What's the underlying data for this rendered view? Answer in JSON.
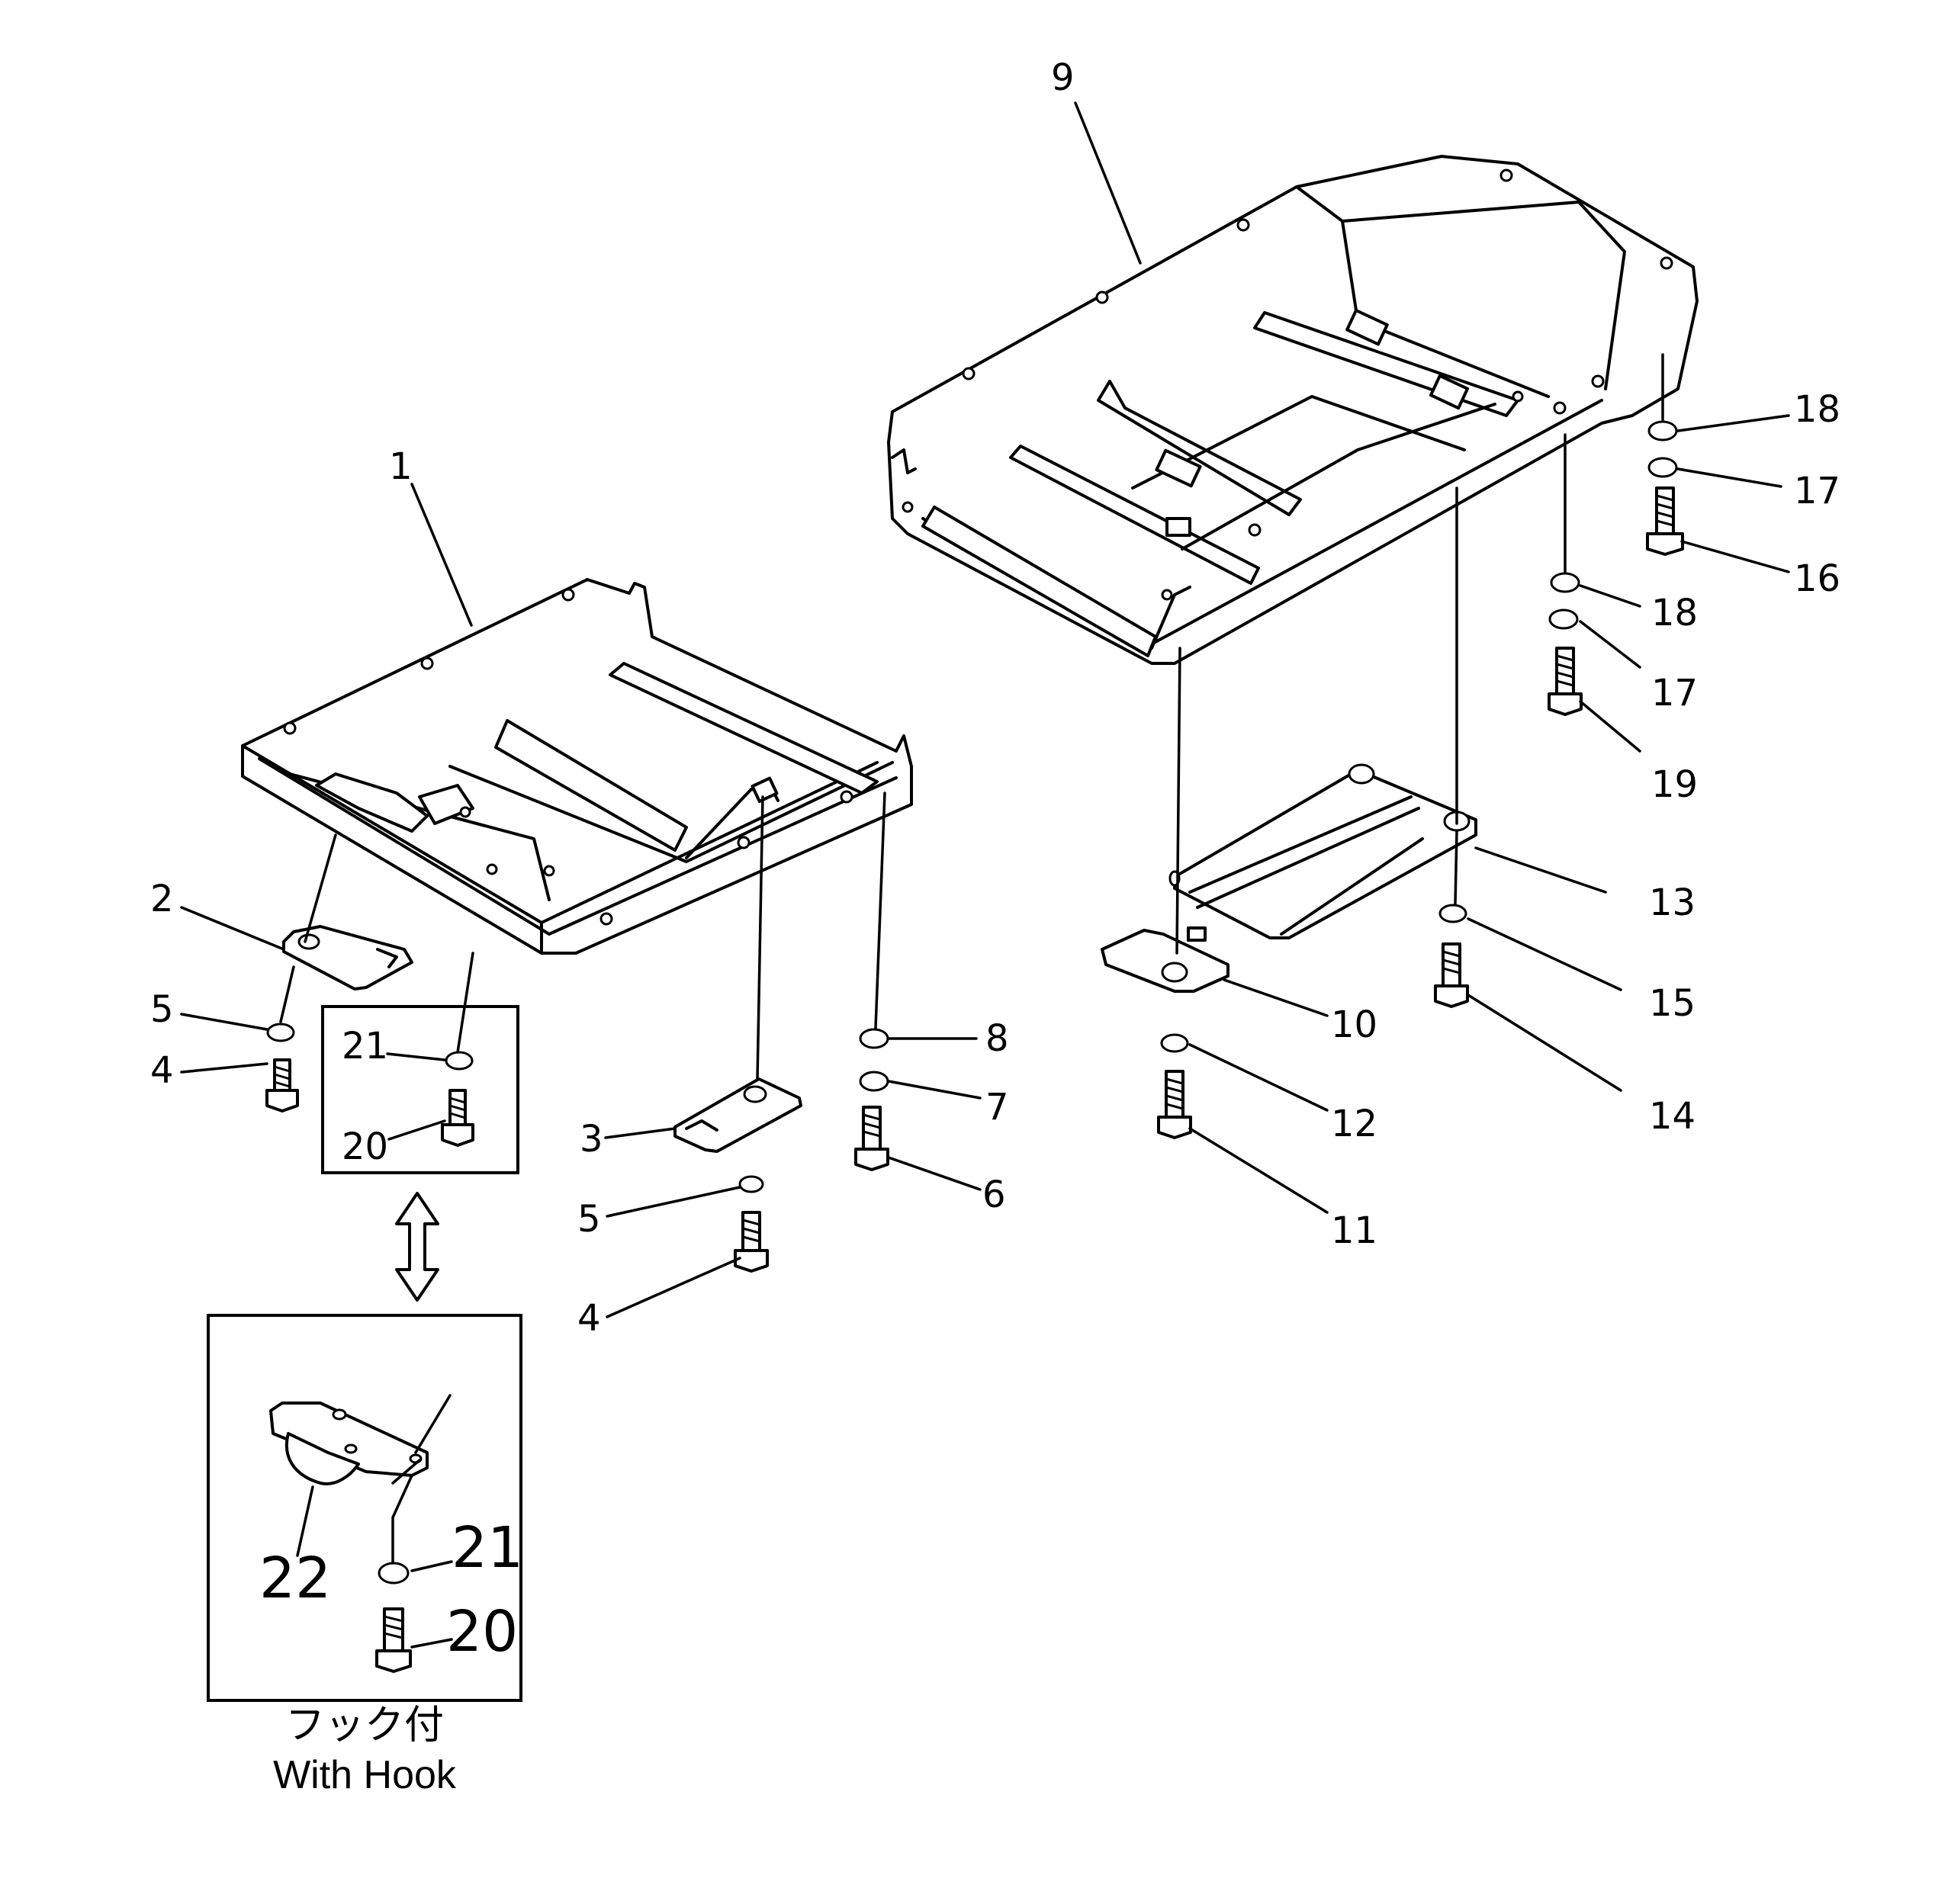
{
  "callouts": [
    {
      "id": "c1",
      "text": "1"
    },
    {
      "id": "c2",
      "text": "2"
    },
    {
      "id": "c3",
      "text": "3"
    },
    {
      "id": "c4a",
      "text": "4"
    },
    {
      "id": "c4b",
      "text": "4"
    },
    {
      "id": "c5a",
      "text": "5"
    },
    {
      "id": "c5b",
      "text": "5"
    },
    {
      "id": "c6",
      "text": "6"
    },
    {
      "id": "c7",
      "text": "7"
    },
    {
      "id": "c8",
      "text": "8"
    },
    {
      "id": "c9",
      "text": "9"
    },
    {
      "id": "c10",
      "text": "10"
    },
    {
      "id": "c11",
      "text": "11"
    },
    {
      "id": "c12",
      "text": "12"
    },
    {
      "id": "c13",
      "text": "13"
    },
    {
      "id": "c14",
      "text": "14"
    },
    {
      "id": "c15",
      "text": "15"
    },
    {
      "id": "c16",
      "text": "16"
    },
    {
      "id": "c17a",
      "text": "17"
    },
    {
      "id": "c17b",
      "text": "17"
    },
    {
      "id": "c18a",
      "text": "18"
    },
    {
      "id": "c18b",
      "text": "18"
    },
    {
      "id": "c19",
      "text": "19"
    },
    {
      "id": "c20a",
      "text": "20"
    },
    {
      "id": "c21a",
      "text": "21"
    },
    {
      "id": "c20b",
      "text": "20"
    },
    {
      "id": "c21b",
      "text": "21"
    },
    {
      "id": "c22",
      "text": "22"
    }
  ],
  "variant_caption": {
    "japanese": "フック付",
    "english": "With Hook"
  }
}
